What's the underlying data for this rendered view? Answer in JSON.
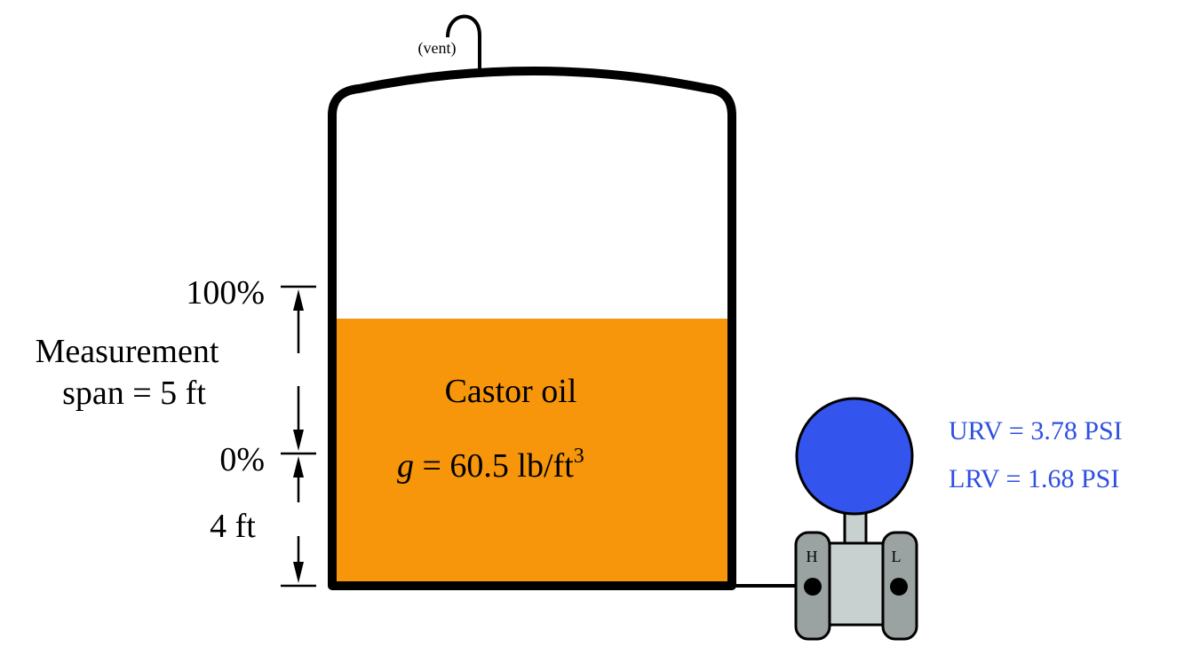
{
  "tank": {
    "vent_label": "(vent)",
    "liquid_name": "Castor oil",
    "density_symbol": "g",
    "density_value": " = 60.5 lb/ft",
    "density_exponent": "3",
    "liquid_color": "#F7960A"
  },
  "levels": {
    "upper_label": "100%",
    "lower_label": "0%",
    "span_line1": "Measurement",
    "span_line2": "span = 5 ft",
    "offset_label": "4 ft"
  },
  "transmitter": {
    "high_port_label": "H",
    "low_port_label": "L",
    "dial_color": "#3355EE",
    "body_color": "#C9D1D0",
    "capsule_color": "#9AA3A1"
  },
  "calibration": {
    "urv": "URV = 3.78 PSI",
    "lrv": "LRV = 1.68 PSI",
    "color": "#2F4FE0"
  }
}
